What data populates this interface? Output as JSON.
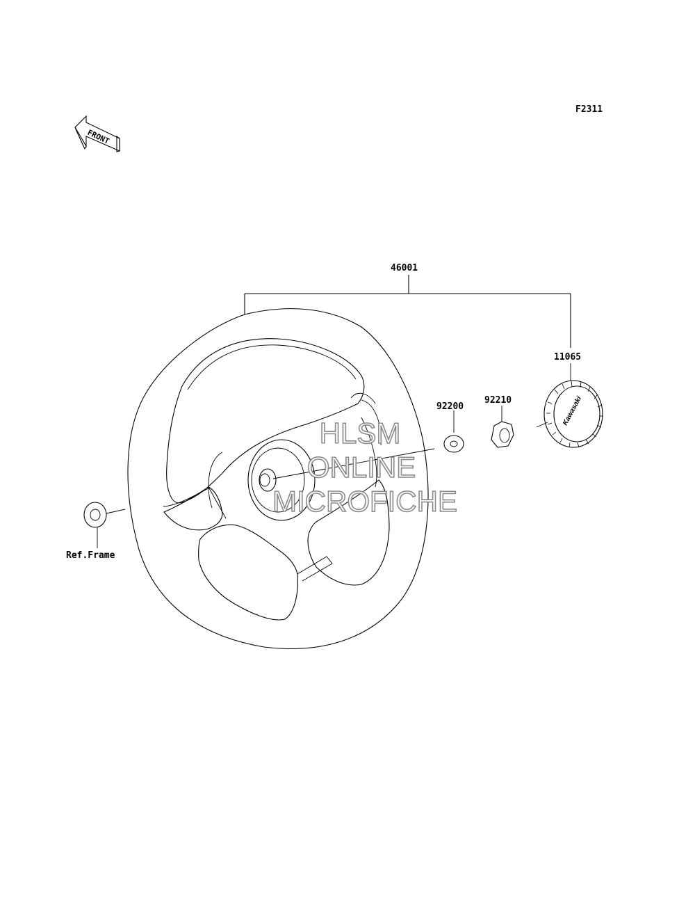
{
  "figure_code": "F2311",
  "front_indicator": "FRONT",
  "parts": {
    "assembly": "46001",
    "emblem": "11065",
    "nut": "92210",
    "washer": "92200",
    "reference": "Ref.Frame"
  },
  "emblem_logo_text": "Kawasaki",
  "watermark": [
    "HLSM",
    "ONLINE",
    "MICROFICHE"
  ]
}
